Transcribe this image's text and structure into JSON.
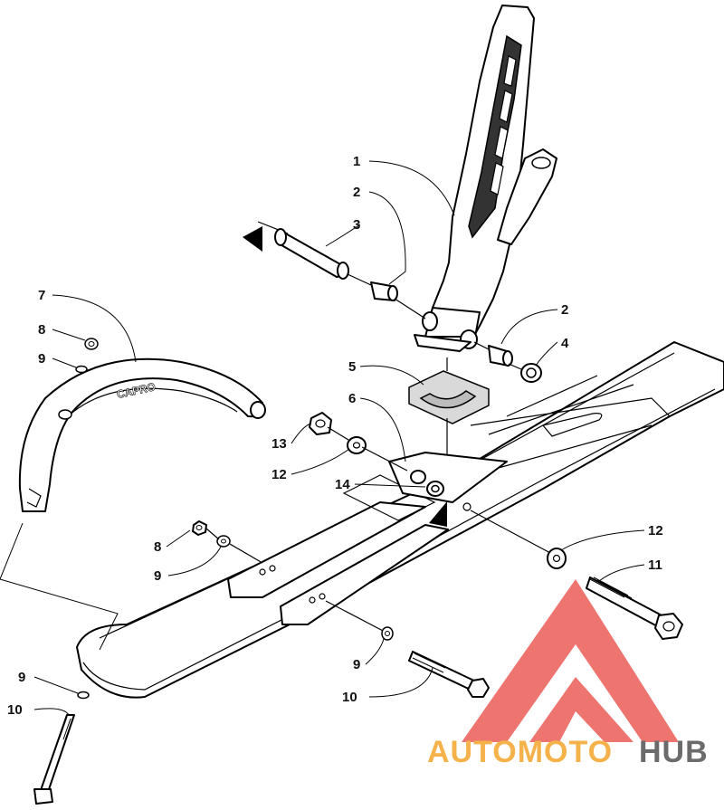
{
  "callouts": {
    "c1": "1",
    "c2a": "2",
    "c2b": "2",
    "c3": "3",
    "c4": "4",
    "c5": "5",
    "c6": "6",
    "c7": "7",
    "c8a": "8",
    "c8b": "8",
    "c9a": "9",
    "c9b": "9",
    "c9c": "9",
    "c9d": "9",
    "c10a": "10",
    "c10b": "10",
    "c11": "11",
    "c12a": "12",
    "c12b": "12",
    "c13": "13",
    "c14": "14"
  },
  "handle_brand": "CAPRO",
  "watermark": {
    "word1": "AUTOMOTO",
    "word2": "HUB",
    "logo_color": "#e8463f",
    "text_color_1": "#f5b24a",
    "text_color_2": "#6b6b6b"
  }
}
